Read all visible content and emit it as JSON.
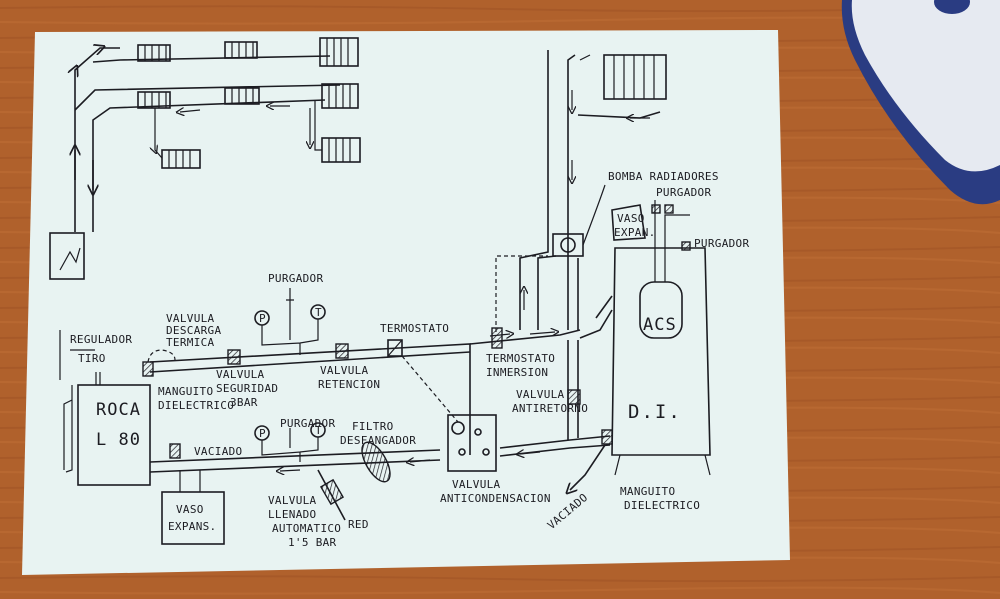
{
  "labels": {
    "regulador_tiro": [
      "REGULADOR",
      "TIRO"
    ],
    "valvula_descarga": [
      "VALVULA",
      "DESCARGA",
      "TERMICA"
    ],
    "purgador_top": "PURGADOR",
    "termostato": "TERMOSTATO",
    "termostato_inmersion": [
      "TERMOSTATO",
      "INMERSION"
    ],
    "bomba_radiadores": "BOMBA RADIADORES",
    "purgador_right": "PURGADOR",
    "purgador_tank": "PURGADOR",
    "vaso_expan_right": [
      "VASO",
      "EXPAN."
    ],
    "acs": "ACS",
    "di": "D.I.",
    "roca": [
      "ROCA",
      "L 80"
    ],
    "manguito_left": [
      "MANGUITO",
      "DIELECTRICO"
    ],
    "valvula_seguridad": [
      "VALVULA",
      "SEGURIDAD",
      "3BAR"
    ],
    "valvula_retencion": [
      "VALVULA",
      "RETENCION"
    ],
    "valvula_antiretorno": [
      "VALVULA",
      "ANTIRETORNO"
    ],
    "vaciado_left": "VACIADO",
    "purgador_bottom": "PURGADOR",
    "filtro": [
      "FILTRO",
      "DESFANGADOR"
    ],
    "valvula_anticondensacion": [
      "VALVULA",
      "ANTICONDENSACION"
    ],
    "vaciado_right": "VACIADO",
    "manguito_right": [
      "MANGUITO",
      "DIELECTRICO"
    ],
    "vaso_expans": [
      "VASO",
      "EXPANS."
    ],
    "valvula_llenado": [
      "VALVULA",
      "LLENADO",
      "AUTOMATICO",
      "1'5 BAR"
    ],
    "red": "RED"
  },
  "colors": {
    "desk": "#b0612c",
    "paper": "#e8f3f2",
    "ink": "#1c1c22",
    "mouse_body": "#e6eaf1",
    "mouse_accent": "#2a3c82"
  }
}
